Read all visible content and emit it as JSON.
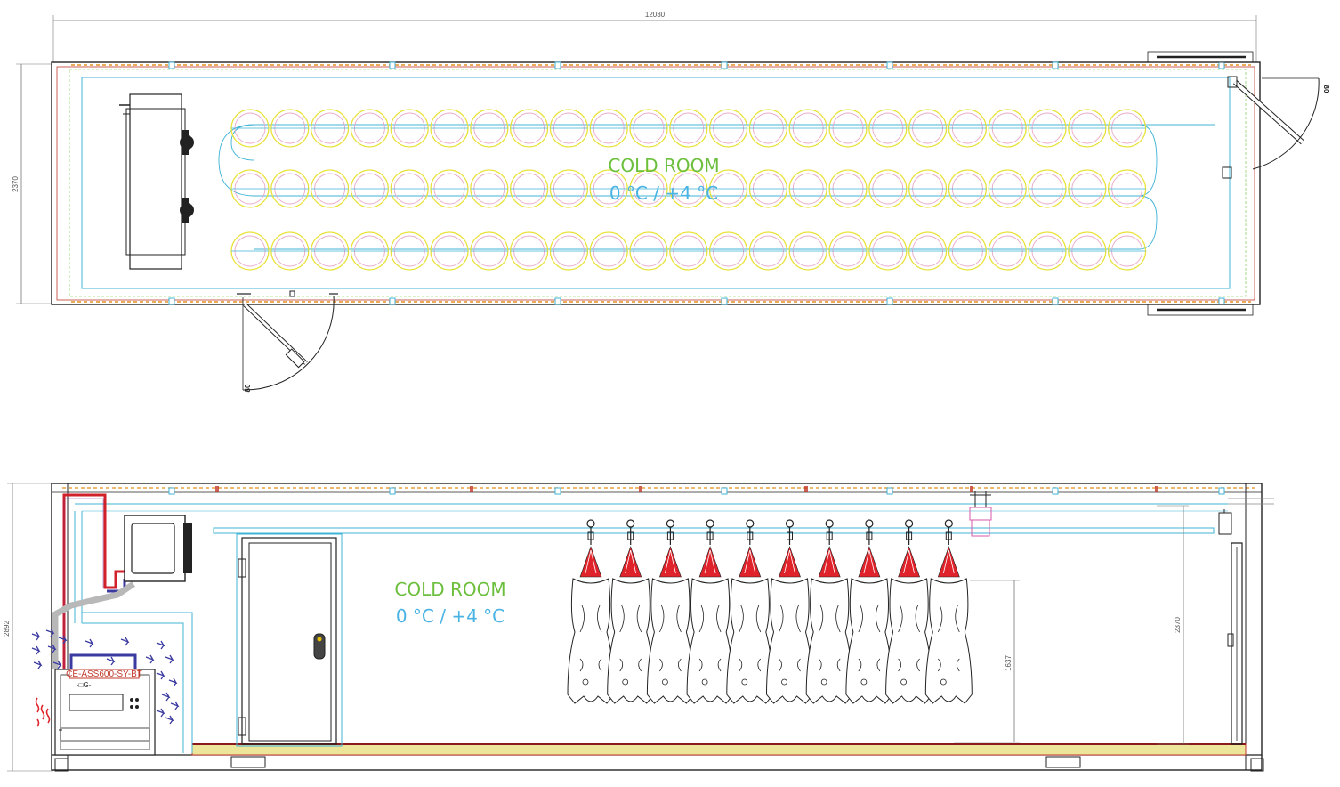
{
  "plan_view": {
    "dimension_length": "12030",
    "dimension_width": "2370",
    "room_label": "COLD ROOM",
    "temperature_label": "0 °C / +4 °C",
    "door_width_left": "80",
    "door_width_right": "80",
    "hook_rows": 3,
    "hooks_per_row": 23
  },
  "section_view": {
    "dimension_height_outer": "2892",
    "dimension_height_inner": "2370",
    "dimension_hang_height": "1637",
    "room_label": "COLD ROOM",
    "temperature_label": "0 °C / +4 °C",
    "unit_model": "CE-ASS600-SY-BT",
    "carcass_count": 10
  },
  "colors": {
    "outline": "#222222",
    "rail": "#3fb3d6",
    "title_green": "#6cbf3c",
    "temp_blue": "#49b3e3",
    "hook_yellow": "#e8e23a",
    "hook_pink": "#e8a8c8",
    "wall_red": "#c0392b",
    "pipe_blue": "#3a3aa0",
    "pipe_red": "#d0202a",
    "pipe_grey": "#b8b8b8",
    "floor_yellow": "#ece59a",
    "dim_blue": "#2a4aa0",
    "trolley_red": "#e0222a",
    "trolley_pink": "#d65aa8"
  },
  "icons": [
    "evaporator-unit-icon",
    "door-swing-icon",
    "meat-hook-icon",
    "carcass-icon",
    "condensing-unit-icon",
    "airflow-arrow-icon",
    "heat-arrow-icon",
    "door-handle-icon"
  ]
}
